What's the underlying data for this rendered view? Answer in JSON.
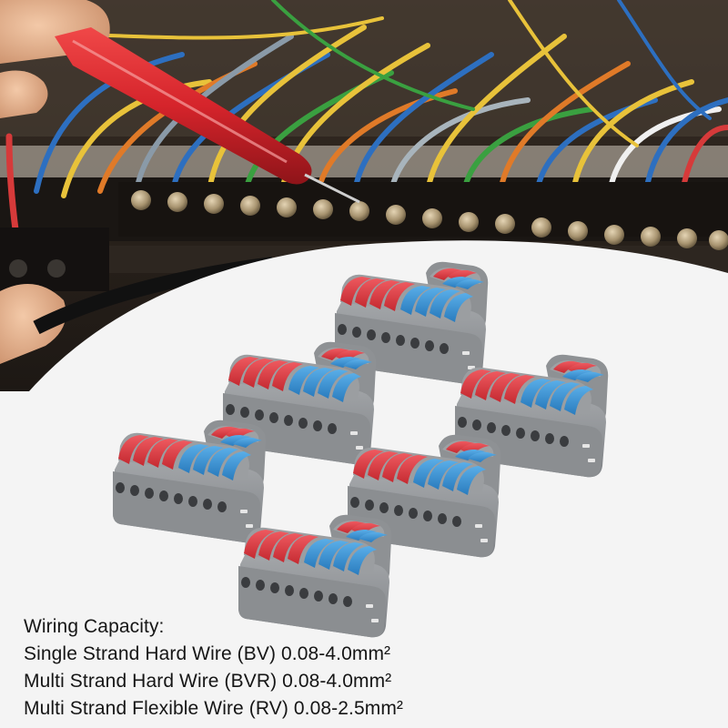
{
  "colors": {
    "background_board": "#2a221d",
    "white_panel": "#f4f4f4",
    "connector_housing": "#8f9295",
    "lever_red": "#d8363d",
    "lever_blue": "#3a8fd0",
    "probe_red": "#d5242b",
    "text": "#161616"
  },
  "connectors": [
    {
      "name": "connector-1",
      "left_levers": 4,
      "right_levers": 4,
      "branch_levers": 2
    },
    {
      "name": "connector-2",
      "left_levers": 4,
      "right_levers": 4,
      "branch_levers": 2
    },
    {
      "name": "connector-3",
      "left_levers": 4,
      "right_levers": 4,
      "branch_levers": 2
    },
    {
      "name": "connector-4",
      "left_levers": 4,
      "right_levers": 4,
      "branch_levers": 2
    },
    {
      "name": "connector-5",
      "left_levers": 4,
      "right_levers": 4,
      "branch_levers": 2
    },
    {
      "name": "connector-6",
      "left_levers": 4,
      "right_levers": 4,
      "branch_levers": 2
    }
  ],
  "spec": {
    "heading": "Wiring Capacity:",
    "lines": [
      "Single Strand Hard Wire (BV) 0.08-4.0mm²",
      "Multi Strand Hard Wire (BVR) 0.08-4.0mm²",
      "Multi Strand Flexible Wire (RV) 0.08-2.5mm²"
    ]
  }
}
